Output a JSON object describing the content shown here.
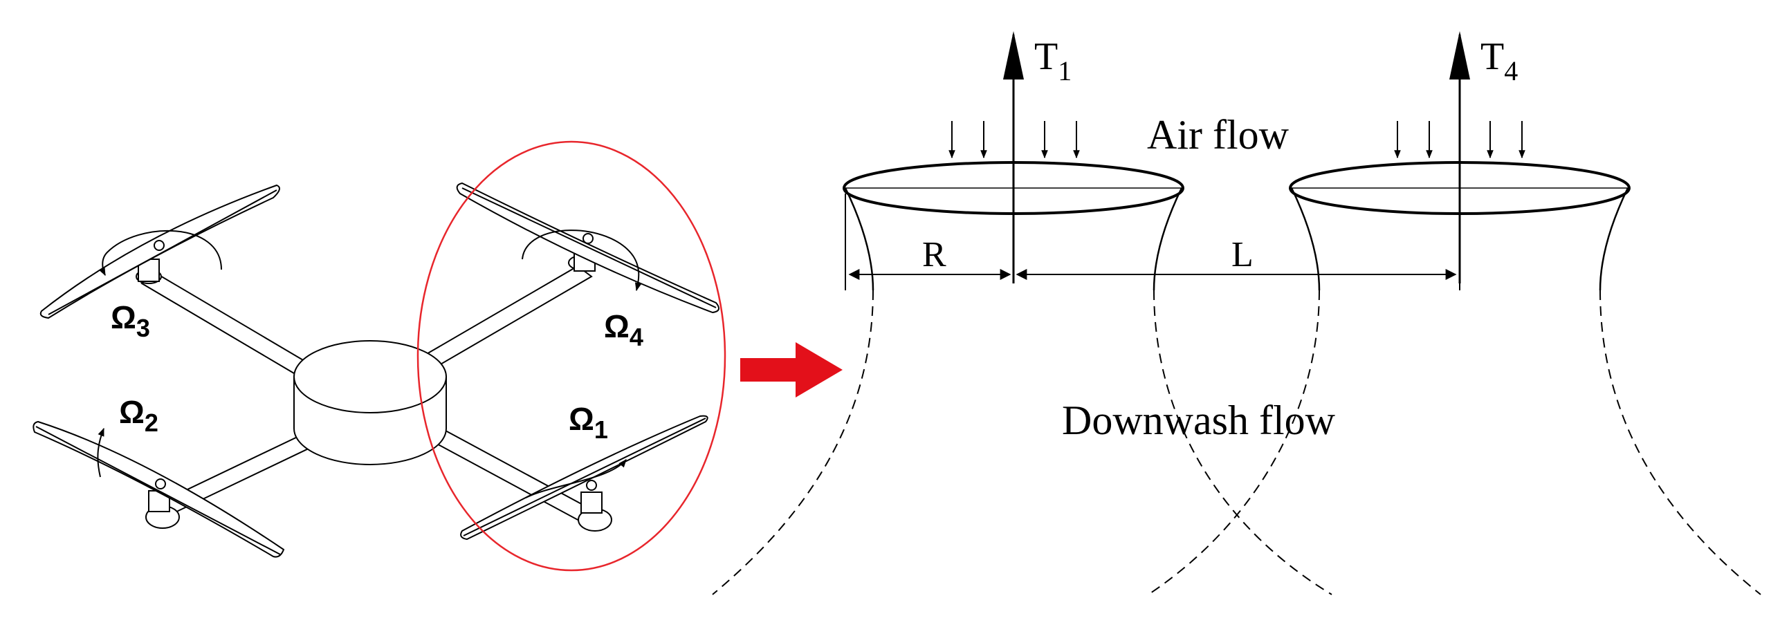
{
  "diagram": {
    "left_panel": {
      "rotor_speed_labels": [
        {
          "symbol": "Ω",
          "sub": "3"
        },
        {
          "symbol": "Ω",
          "sub": "4"
        },
        {
          "symbol": "Ω",
          "sub": "2"
        },
        {
          "symbol": "Ω",
          "sub": "1"
        }
      ]
    },
    "right_panel": {
      "thrust_labels": [
        {
          "symbol": "T",
          "sub": "1"
        },
        {
          "symbol": "T",
          "sub": "4"
        }
      ],
      "air_flow_label": "Air flow",
      "downwash_label": "Downwash flow",
      "radius_label": "R",
      "distance_label": "L"
    },
    "colors": {
      "highlight_ellipse": "#e8262c",
      "arrow": "#e3101a",
      "lines": "#000000"
    }
  }
}
